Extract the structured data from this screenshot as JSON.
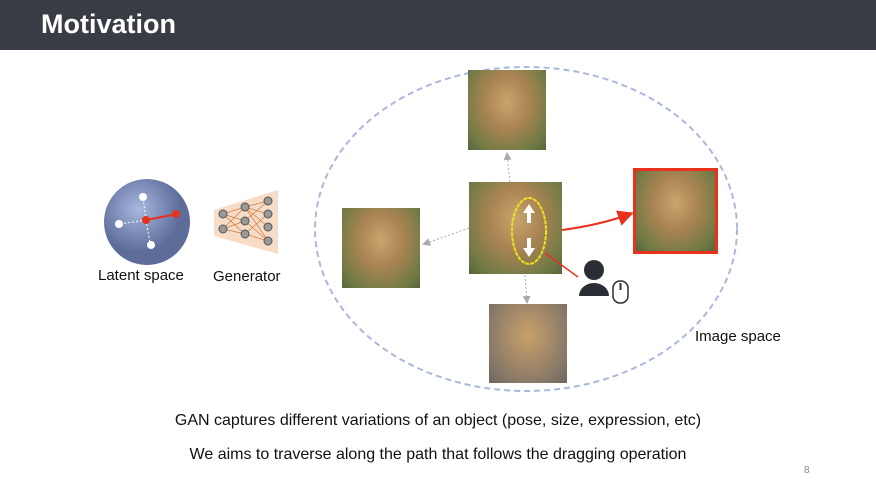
{
  "title": "Motivation",
  "labels": {
    "latent": "Latent space",
    "generator": "Generator",
    "image_space": "Image space"
  },
  "captions": [
    "GAN captures different variations of an object (pose, size, expression, etc)",
    "We aims to traverse along the path that follows the dragging operation"
  ],
  "page_number": "8",
  "colors": {
    "header": "#393b45",
    "accent": "#e8321e",
    "ellipse": "#aab8dc"
  }
}
